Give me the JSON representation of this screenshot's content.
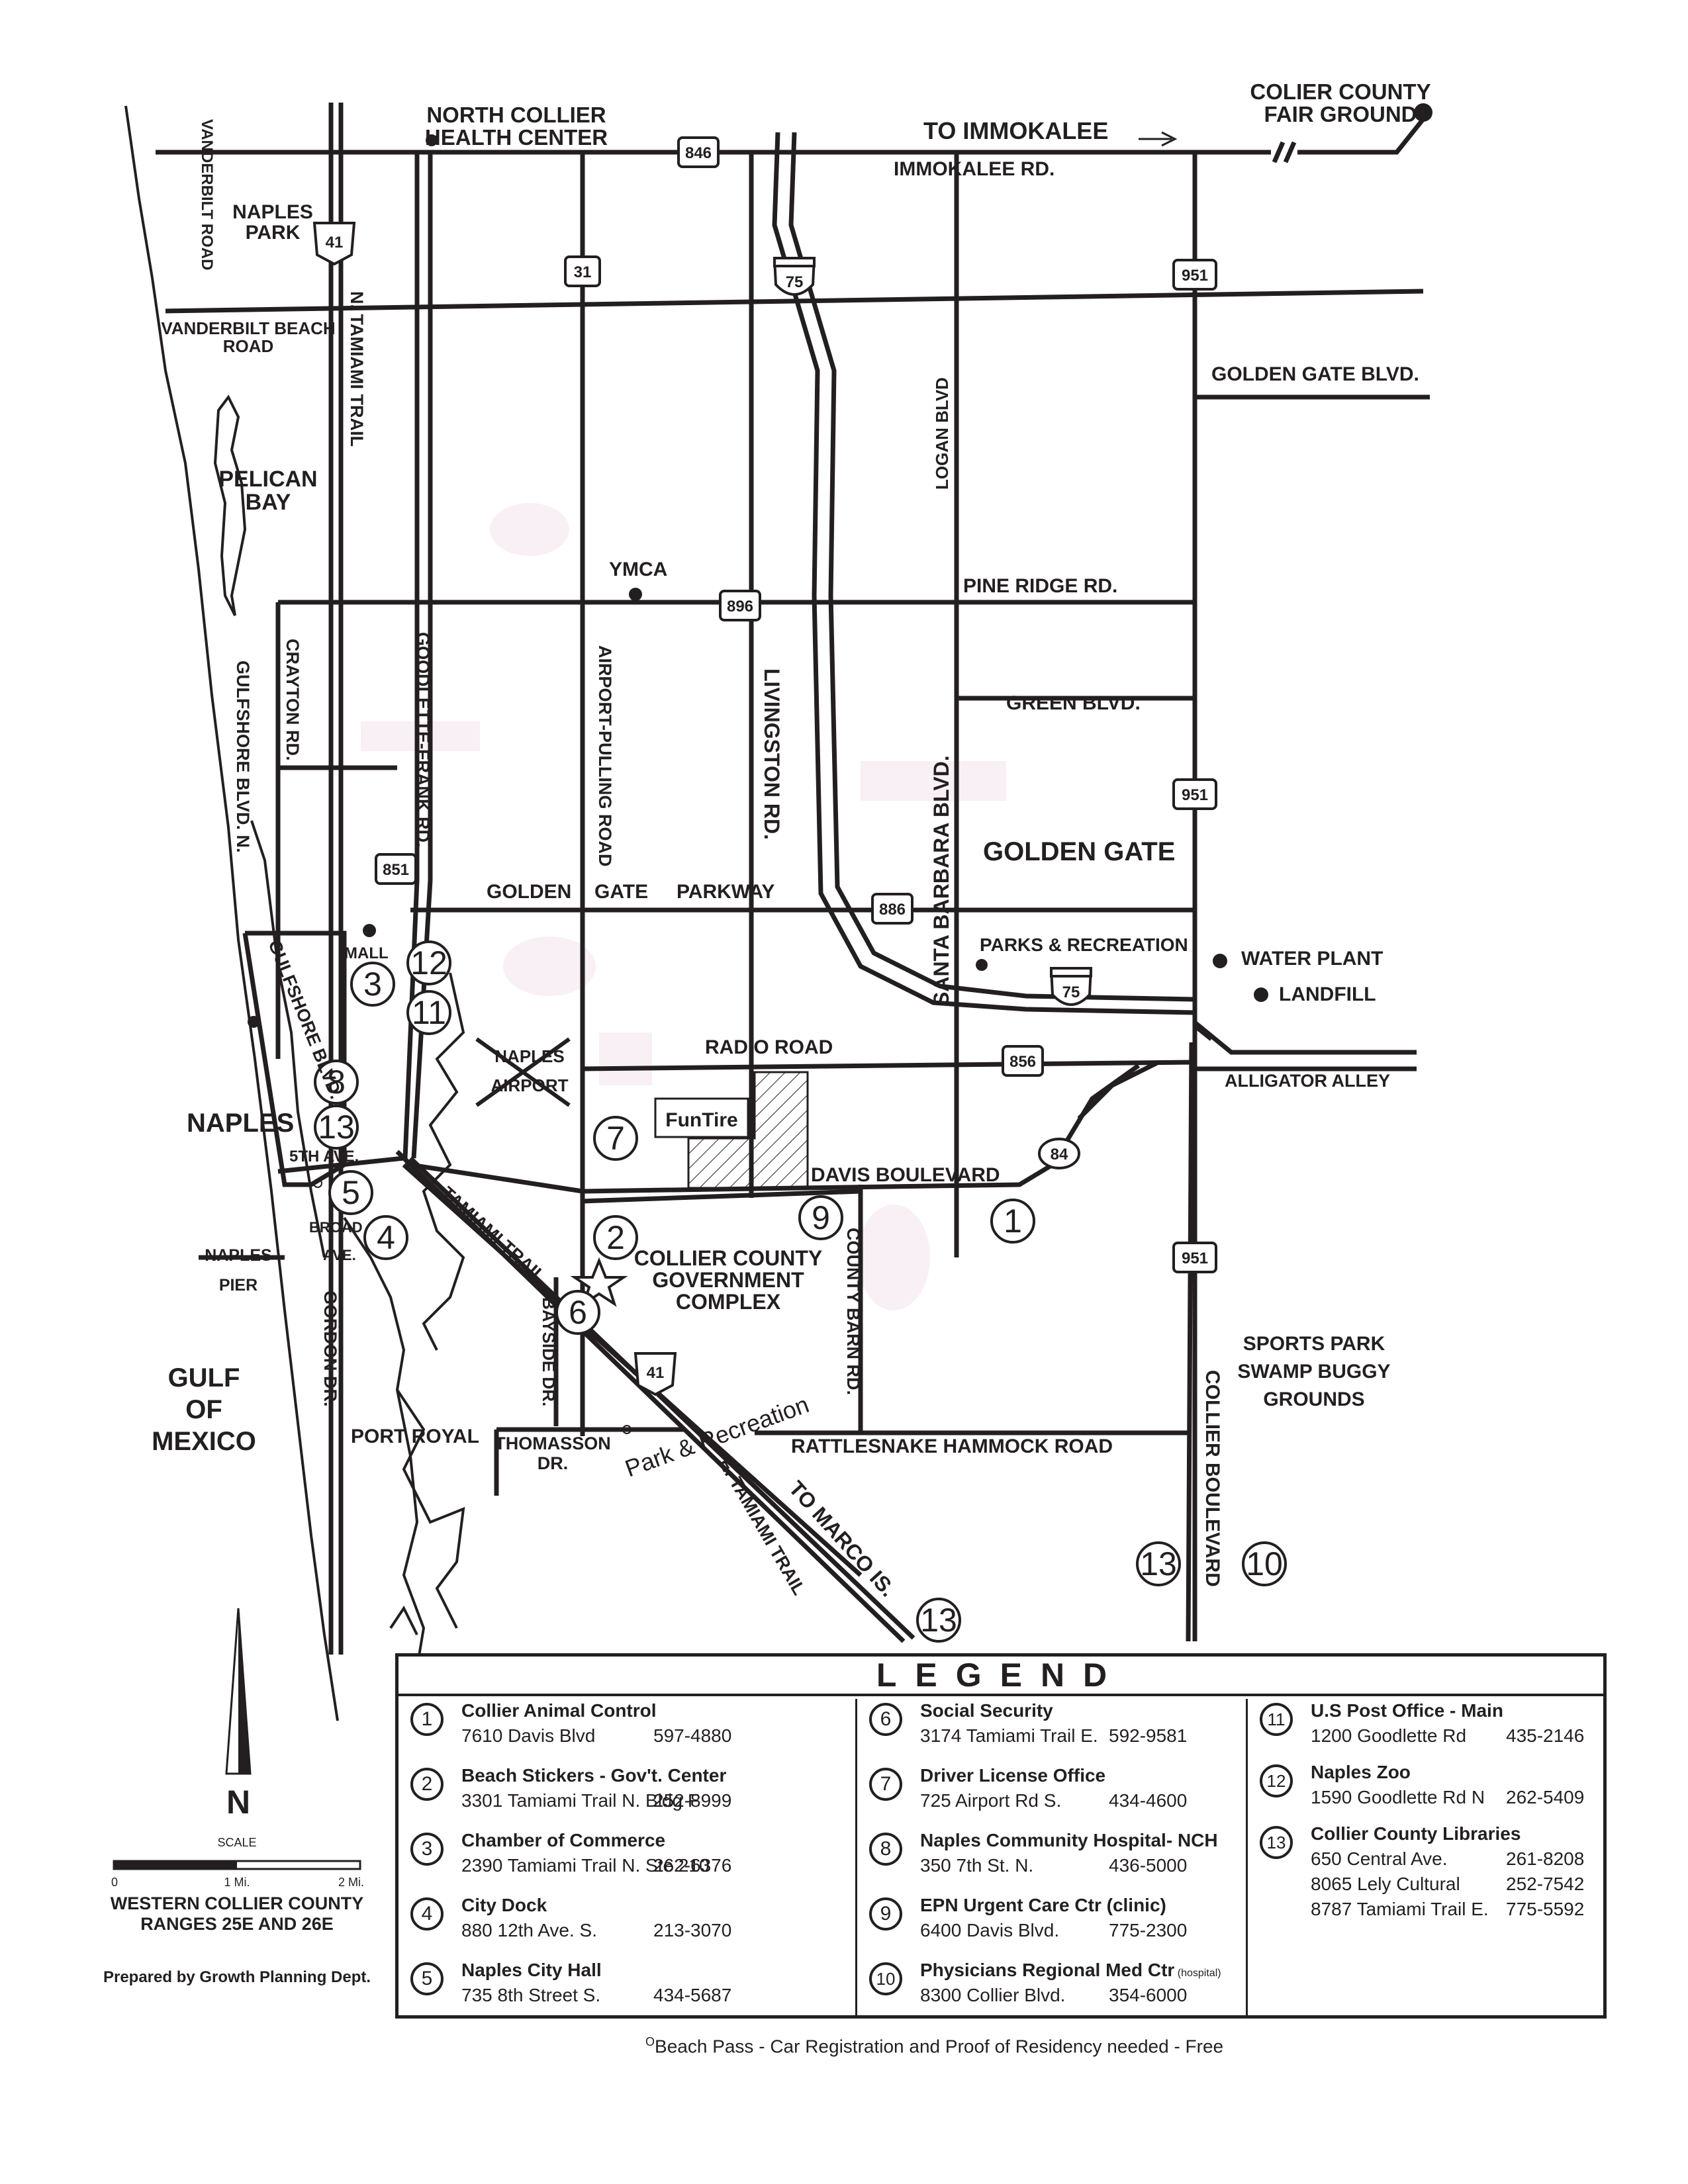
{
  "map": {
    "places": {
      "north_collier": [
        "NORTH COLLIER",
        "HEALTH CENTER"
      ],
      "fair_ground": [
        "COLIER COUNTY",
        "FAIR GROUND"
      ],
      "to_immokalee": "TO IMMOKALEE",
      "naples_park": [
        "NAPLES",
        "PARK"
      ],
      "pelican_bay": [
        "PELICAN",
        "BAY"
      ],
      "ymca": "YMCA",
      "golden_gate": "GOLDEN GATE",
      "parks_rec": "PARKS & RECREATION",
      "water_plant": "WATER PLANT",
      "landfill": "LANDFILL",
      "mall": "MALL",
      "naples_airport": [
        "NAPLES",
        "AIRPORT"
      ],
      "naples": "NAPLES",
      "naples_pier": [
        "NAPLES",
        "PIER"
      ],
      "gov_complex": [
        "COLLIER COUNTY",
        "GOVERNMENT",
        "COMPLEX"
      ],
      "gulf": [
        "GULF",
        "OF",
        "MEXICO"
      ],
      "port_royal": "PORT ROYAL",
      "sports_park": [
        "SPORTS PARK",
        "SWAMP BUGGY",
        "GROUNDS"
      ],
      "park_rec_script": "Park & Recreation",
      "to_marco": "TO MARCO IS.",
      "fun_tire": "FunTire"
    },
    "roads": {
      "vanderbilt_rd": "VANDERBILT ROAD",
      "immokalee_rd": "IMMOKALEE RD.",
      "vanderbilt_beach": [
        "VANDERBILT BEACH",
        "ROAD"
      ],
      "n_tamiami": "N. TAMIAMI TRAIL",
      "golden_gate_blvd": "GOLDEN GATE BLVD.",
      "logan_blvd": "LOGAN BLVD",
      "pine_ridge": "PINE RIDGE RD.",
      "crayton": "CRAYTON RD.",
      "gulfshore_n": "GULFSHORE BLVD. N.",
      "goodlette": "GOODLETTE-FRANK RD.",
      "airport_pulling": "AIRPORT-PULLING ROAD",
      "livingston": "LIVINGSTON RD.",
      "santa_barbara": "SANTA BARBARA BLVD.",
      "green_blvd": "GREEN BLVD.",
      "golden_gate_pkwy": [
        "GOLDEN",
        "GATE",
        "PARKWAY"
      ],
      "gulfshore_blvd": "GULFSHORE BLVD.",
      "radio_rd": "RADIO ROAD",
      "alligator_alley": "ALLIGATOR ALLEY",
      "davis_blvd": "DAVIS BOULEVARD",
      "fifth_ave": "5TH AVE.",
      "broad_ave": [
        "BROAD",
        "AVE."
      ],
      "tamiami_trail": "TAMIAMI TRAIL",
      "county_barn": "COUNTY BARN RD.",
      "bayside": "BAYSIDE DR.",
      "gordon": "GORDON DR.",
      "thomasson": [
        "THOMASSON",
        "DR."
      ],
      "rattlesnake": "RATTLESNAKE HAMMOCK ROAD",
      "e_tamiami": "E. TAMIAMI TRAIL",
      "collier_blvd": "COLLIER BOULEVARD"
    },
    "shields": {
      "s846": "846",
      "s41a": "41",
      "s31": "31",
      "s75a": "75",
      "s951a": "951",
      "s896": "896",
      "s951b": "951",
      "s851": "851",
      "s886": "886",
      "s75b": "75",
      "s856": "856",
      "s84": "84",
      "s951c": "951",
      "s41b": "41"
    },
    "markers": {
      "m12": "12",
      "m3": "3",
      "m11": "11",
      "m8": "8",
      "m13a": "13",
      "m7": "7",
      "m5": "5",
      "m4": "4",
      "m2": "2",
      "m9": "9",
      "m1": "1",
      "m6": "6",
      "m13b": "13",
      "m10": "10",
      "m13c": "13"
    },
    "north": "N",
    "scale": {
      "title": "SCALE",
      "zero": "0",
      "one": "1 Mi.",
      "two": "2 Mi."
    },
    "caption": [
      "WESTERN COLLIER COUNTY",
      "RANGES 25E AND 26E"
    ],
    "prepared_by": "Prepared by Growth Planning Dept."
  },
  "legend": {
    "title": "LEGEND",
    "items": [
      {
        "num": "1",
        "name": "Collier Animal Control",
        "lines": [
          {
            "addr": "7610 Davis Blvd",
            "phone": "597-4880"
          }
        ]
      },
      {
        "num": "2",
        "name": "Beach Stickers - Gov't. Center",
        "lines": [
          {
            "addr": "3301 Tamiami Trail N. Bldg F",
            "phone": "252-8999"
          }
        ]
      },
      {
        "num": "3",
        "name": "Chamber of Commerce",
        "lines": [
          {
            "addr": "2390 Tamiami Trail N. Ste 210",
            "phone": "262-6376"
          }
        ]
      },
      {
        "num": "4",
        "name": "City Dock",
        "lines": [
          {
            "addr": "880 12th Ave. S.",
            "phone": "213-3070"
          }
        ]
      },
      {
        "num": "5",
        "name": "Naples City Hall",
        "lines": [
          {
            "addr": "735 8th Street S.",
            "phone": "434-5687"
          }
        ]
      },
      {
        "num": "6",
        "name": "Social Security",
        "lines": [
          {
            "addr": "3174 Tamiami Trail E.",
            "phone": "592-9581"
          }
        ]
      },
      {
        "num": "7",
        "name": "Driver License Office",
        "lines": [
          {
            "addr": "725 Airport Rd S.",
            "phone": "434-4600"
          }
        ]
      },
      {
        "num": "8",
        "name": "Naples Community Hospital- NCH",
        "lines": [
          {
            "addr": "350 7th St. N.",
            "phone": "436-5000"
          }
        ]
      },
      {
        "num": "9",
        "name": "EPN Urgent Care Ctr (clinic)",
        "lines": [
          {
            "addr": "6400 Davis Blvd.",
            "phone": "775-2300"
          }
        ]
      },
      {
        "num": "10",
        "name": "Physicians Regional Med Ctr",
        "note": "(hospital)",
        "lines": [
          {
            "addr": "8300 Collier Blvd.",
            "phone": "354-6000"
          }
        ]
      },
      {
        "num": "11",
        "name": "U.S Post Office - Main",
        "lines": [
          {
            "addr": "1200 Goodlette Rd",
            "phone": "435-2146"
          }
        ]
      },
      {
        "num": "12",
        "name": "Naples Zoo",
        "lines": [
          {
            "addr": "1590 Goodlette Rd N",
            "phone": "262-5409"
          }
        ]
      },
      {
        "num": "13",
        "name": "Collier County Libraries",
        "lines": [
          {
            "addr": "650 Central Ave.",
            "phone": "261-8208"
          },
          {
            "addr": "8065 Lely Cultural",
            "phone": "252-7542"
          },
          {
            "addr": "8787 Tamiami Trail E.",
            "phone": "775-5592"
          }
        ]
      }
    ],
    "footnote_mark": "O",
    "footnote": "Beach Pass - Car Registration and Proof of Residency needed - Free"
  }
}
